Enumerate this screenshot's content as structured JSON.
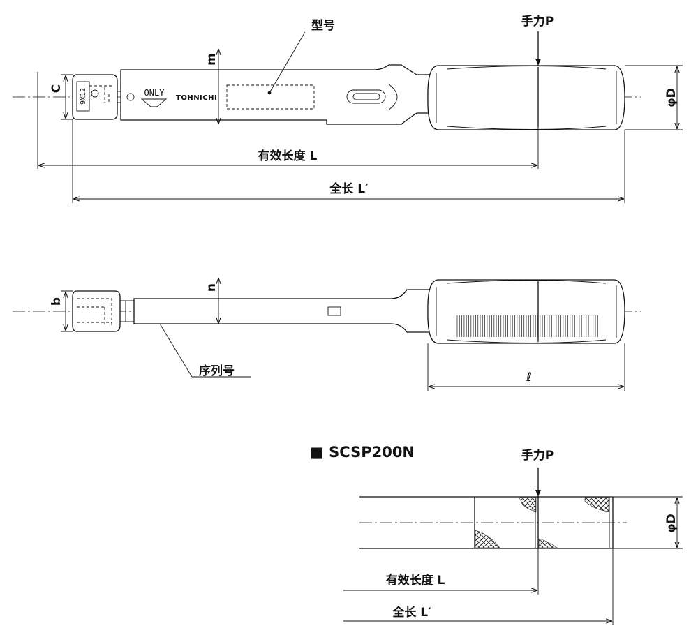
{
  "labels": {
    "model_no": "型号",
    "hand_force": "手力P",
    "dim_m": "m",
    "dim_c": "C",
    "dim_phi_d": "φD",
    "effective_length": "有效长度 L",
    "total_length": "全长 L′",
    "dim_b": "b",
    "dim_n": "n",
    "serial_no": "序列号",
    "dim_ell": "ℓ",
    "variant_title": "■ SCSP200N",
    "hand_force_2": "手力P",
    "dim_phi_d_2": "φD",
    "effective_length_2": "有效长度 L",
    "total_length_2": "全长 L′"
  },
  "engravings": {
    "only": "ONLY",
    "brand": "TOHNICHI",
    "head_size": "9X12"
  }
}
